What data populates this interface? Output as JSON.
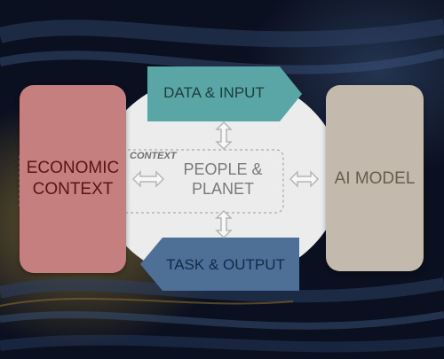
{
  "diagram": {
    "economic": {
      "label_line1": "ECONOMIC",
      "label_line2": "CONTEXT",
      "color": "#c57f7f"
    },
    "ai_model": {
      "label": "AI MODEL",
      "color": "#c3b9ad"
    },
    "people_planet": {
      "label_line1": "PEOPLE &",
      "label_line2": "PLANET"
    },
    "context_tag": {
      "label": "CONTEXT"
    },
    "data_input": {
      "label": "DATA & INPUT",
      "color": "#5aa5a6"
    },
    "task_output": {
      "label": "TASK & OUTPUT",
      "color": "#4e7096"
    }
  }
}
